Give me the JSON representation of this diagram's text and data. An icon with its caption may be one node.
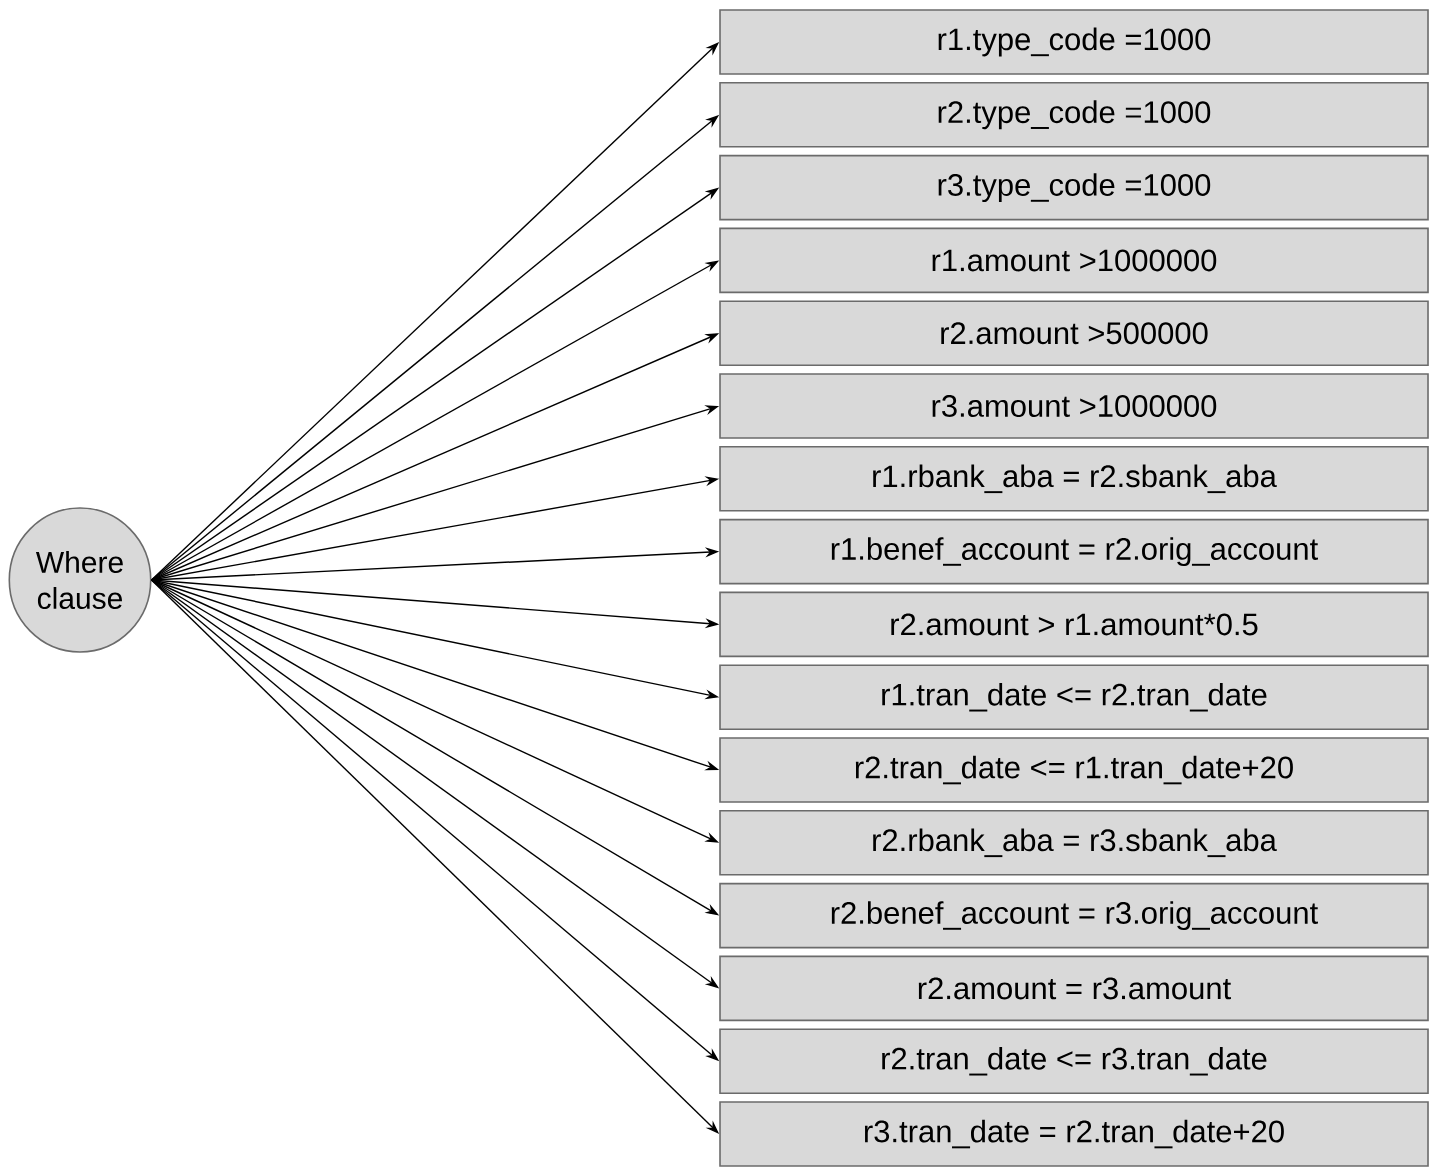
{
  "diagram": {
    "nodes": [
      {
        "text": [
          "Where clause"
        ]
      },
      {
        "text": [
          "r1.type_code =1000"
        ]
      },
      {
        "text": [
          "r2.type_code =1000"
        ]
      },
      {
        "text": [
          "r3.type_code =1000"
        ]
      },
      {
        "text": [
          "r1.amount >1000000"
        ]
      },
      {
        "text": [
          "r2.amount >500000"
        ]
      },
      {
        "text": [
          "r3.amount >1000000"
        ]
      },
      {
        "text": [
          "r1.rbank_aba = r2.sbank_aba"
        ]
      },
      {
        "text": [
          "r1.benef_account = r2.orig_account"
        ]
      },
      {
        "text": [
          "r2.amount > r1.amount*0.5"
        ]
      },
      {
        "text": [
          "r1.tran_date <= r2.tran_date"
        ]
      },
      {
        "text": [
          "r2.tran_date <= r1.tran_date+20"
        ]
      },
      {
        "text": [
          "r2.rbank_aba = r3.sbank_aba"
        ]
      },
      {
        "text": [
          "r2.benef_account = r3.orig_account"
        ]
      },
      {
        "text": [
          "r2.amount = r3.amount"
        ]
      },
      {
        "text": [
          "r2.tran_date <= r3.tran_date"
        ]
      },
      {
        "text": [
          "r3.tran_date = r2.tran_date+20"
        ]
      }
    ],
    "edges": [
      {
        "from": 0,
        "to": 1,
        "arrow": "to"
      },
      {
        "from": 0,
        "to": 2,
        "arrow": "to"
      },
      {
        "from": 0,
        "to": 3,
        "arrow": "to"
      },
      {
        "from": 0,
        "to": 4,
        "arrow": "to"
      },
      {
        "from": 0,
        "to": 5,
        "arrow": "to"
      },
      {
        "from": 0,
        "to": 6,
        "arrow": "to"
      },
      {
        "from": 0,
        "to": 7,
        "arrow": "to"
      },
      {
        "from": 0,
        "to": 8,
        "arrow": "to"
      },
      {
        "from": 0,
        "to": 9,
        "arrow": "to"
      },
      {
        "from": 0,
        "to": 10,
        "arrow": "to"
      },
      {
        "from": 0,
        "to": 11,
        "arrow": "to"
      },
      {
        "from": 0,
        "to": 12,
        "arrow": "to"
      },
      {
        "from": 0,
        "to": 13,
        "arrow": "to"
      },
      {
        "from": 0,
        "to": 14,
        "arrow": "to"
      },
      {
        "from": 0,
        "to": 15,
        "arrow": "to"
      },
      {
        "from": 0,
        "to": 16,
        "arrow": "to"
      }
    ]
  }
}
